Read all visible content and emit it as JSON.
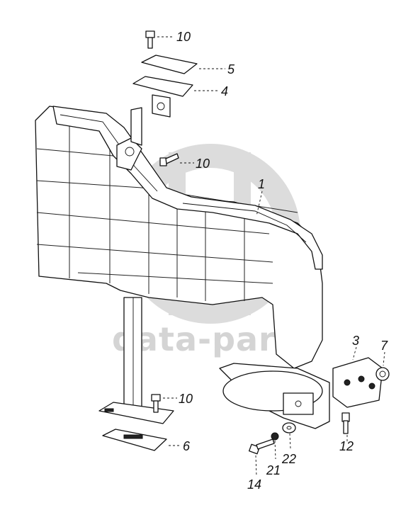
{
  "watermark": {
    "text": "data-parts"
  },
  "callouts": {
    "c1": "1",
    "c3": "3",
    "c4": "4",
    "c5": "5",
    "c6": "6",
    "c7": "7",
    "c10_top": "10",
    "c10_mid": "10",
    "c10_low": "10",
    "c12": "12",
    "c14": "14",
    "c21": "21",
    "c22": "22"
  },
  "colors": {
    "line": "#111111",
    "watermark": "#d4d4d4",
    "background": "#ffffff"
  }
}
